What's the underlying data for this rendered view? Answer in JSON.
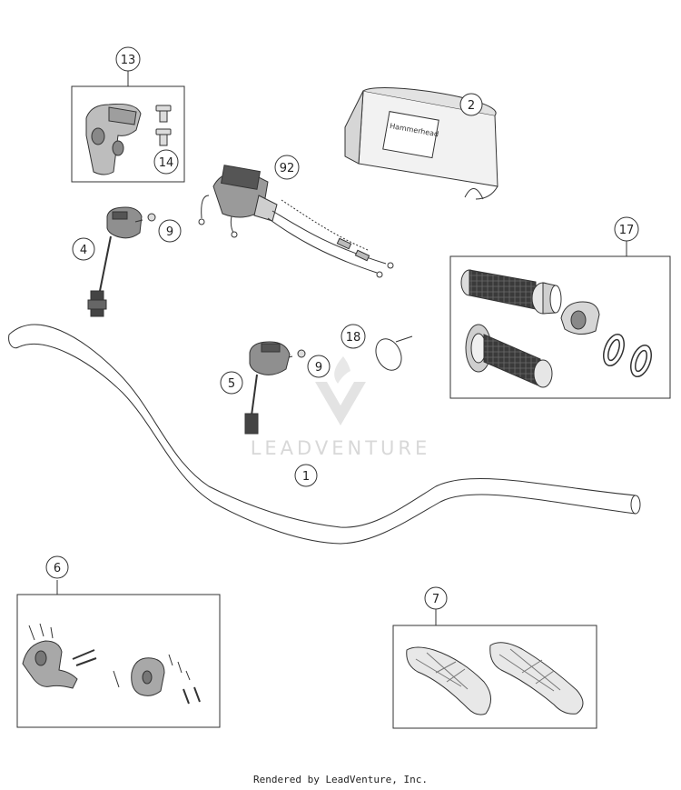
{
  "callouts": {
    "c1": "1",
    "c2": "2",
    "c4": "4",
    "c5": "5",
    "c6": "6",
    "c7": "7",
    "c9a": "9",
    "c9b": "9",
    "c13": "13",
    "c14": "14",
    "c17": "17",
    "c18": "18",
    "c92": "92"
  },
  "pad_label": "Hammerhead",
  "watermark": "LEADVENTURE",
  "footer": "Rendered by LeadVenture, Inc.",
  "colors": {
    "line": "#333333",
    "grip": "#3a3a3a",
    "watermark": "#d4d4d4"
  }
}
